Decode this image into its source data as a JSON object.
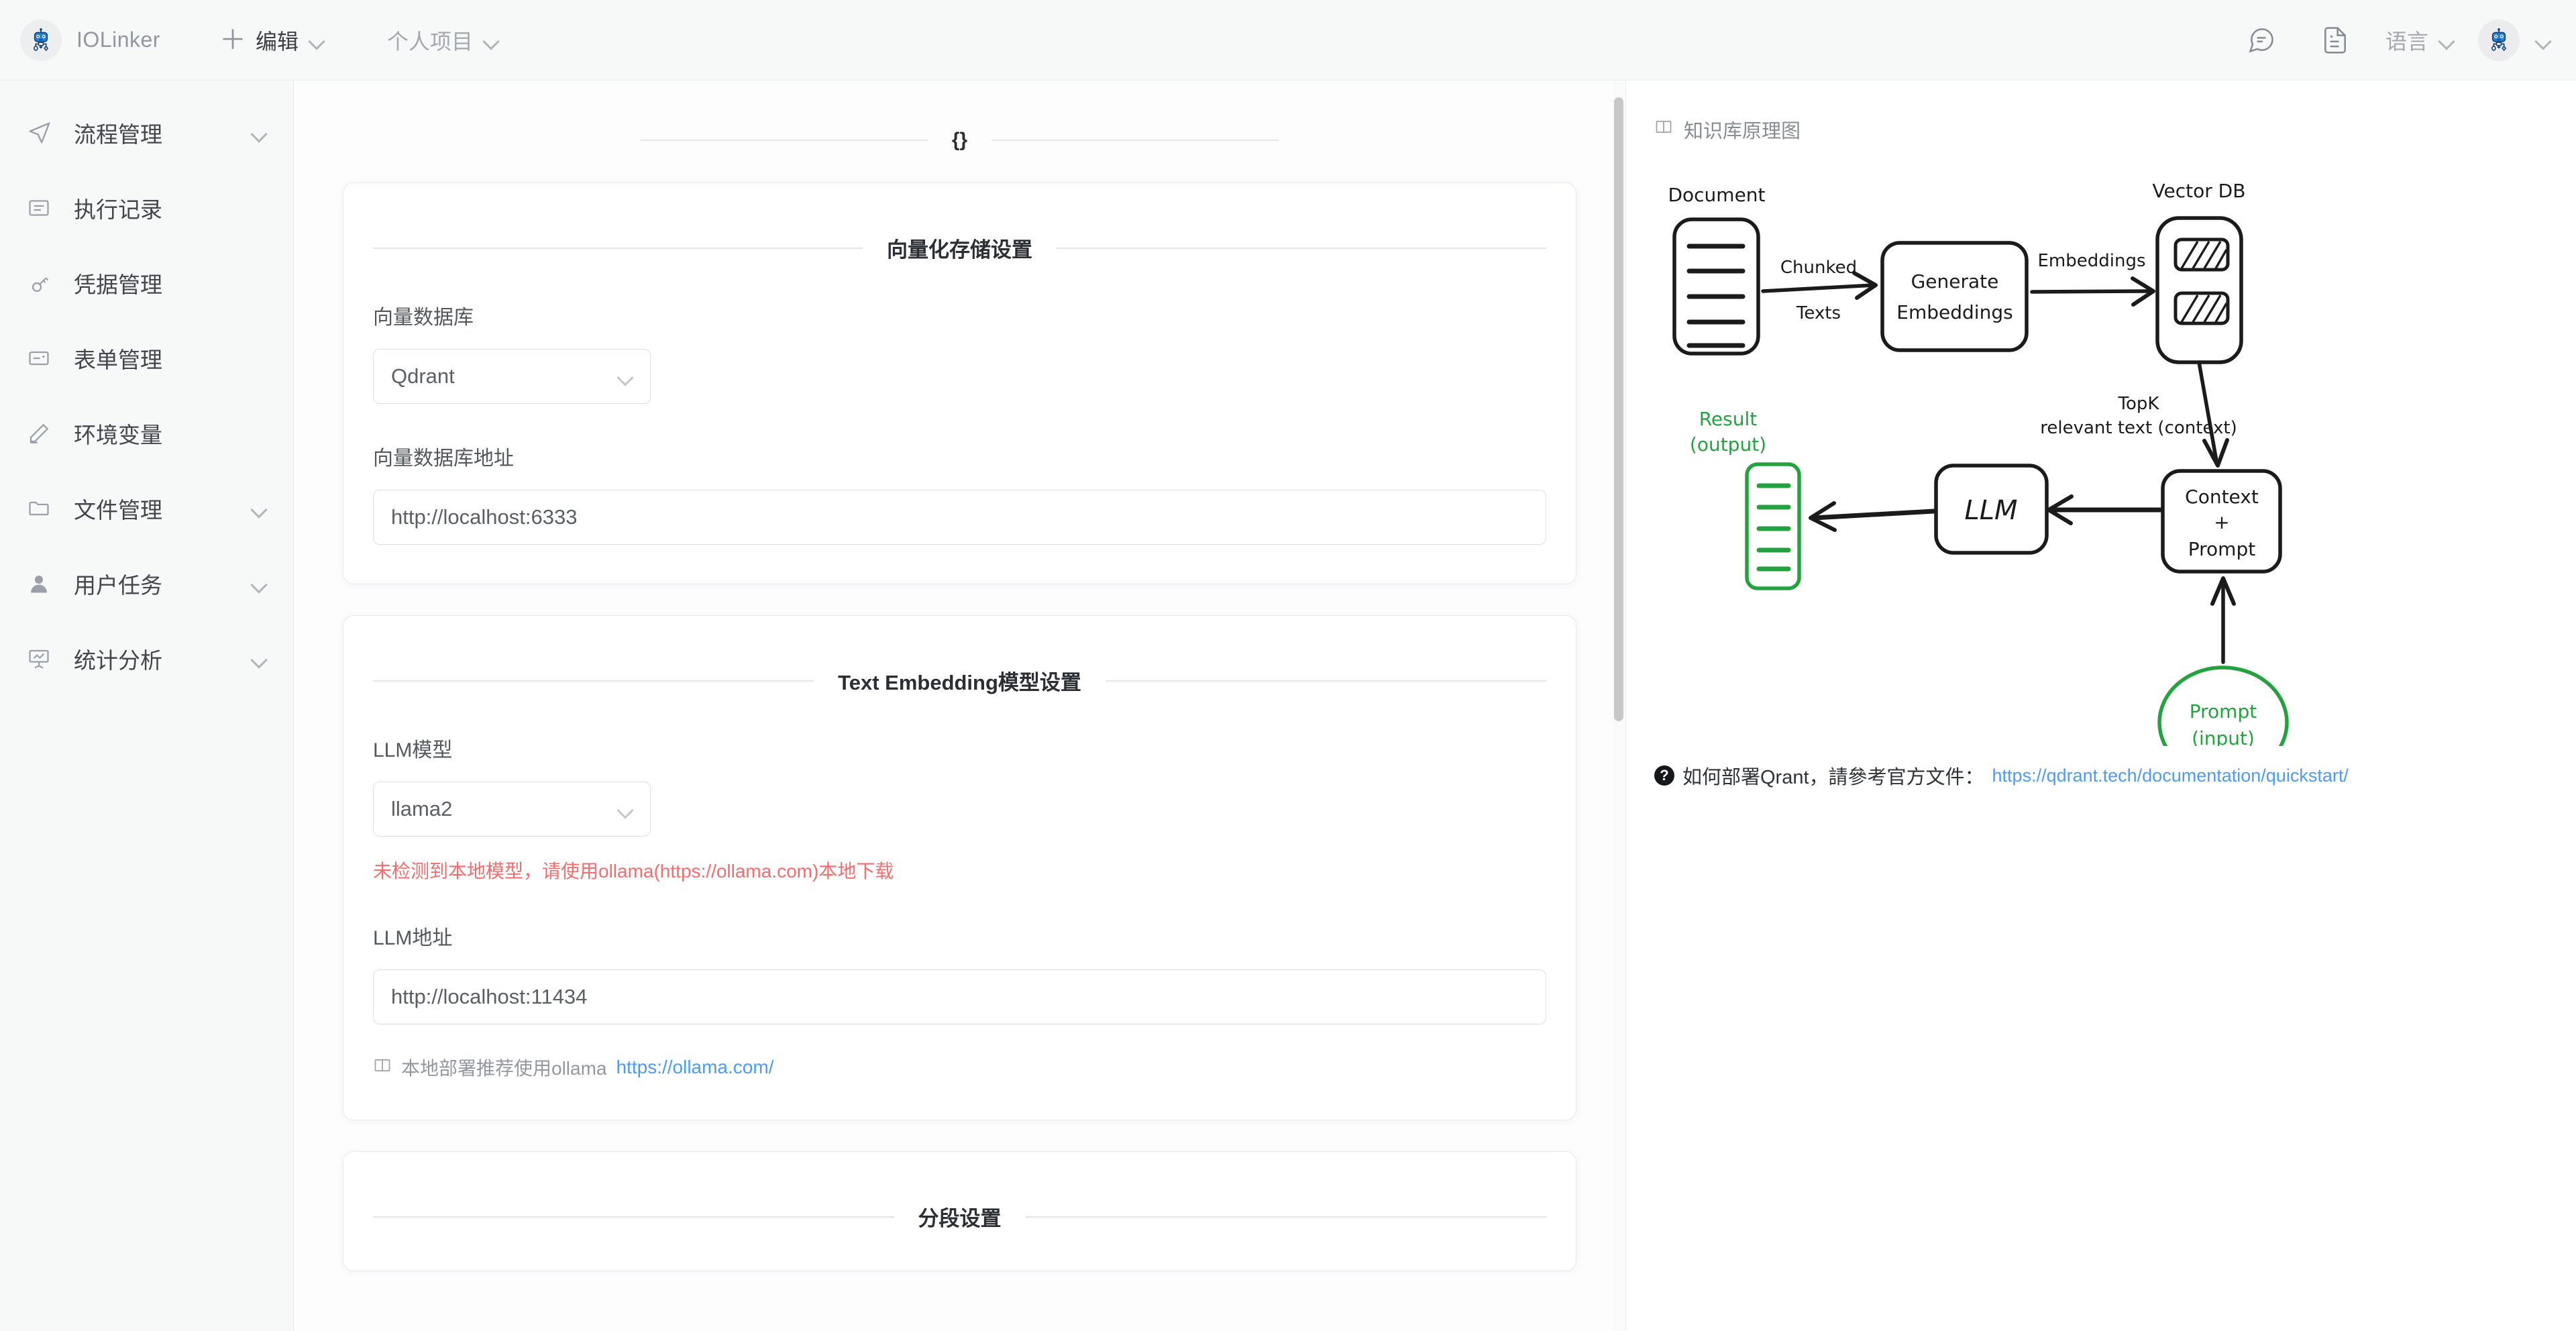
{
  "header": {
    "brand_name": "IOLinker",
    "logo_icon": "robot-icon",
    "edit_label": "编辑",
    "plus_icon": "plus-icon",
    "project_label": "个人项目",
    "chat_icon": "chat-bubble-icon",
    "doc_icon": "document-icon",
    "language_label": "语言",
    "avatar_icon": "robot-avatar-icon",
    "chevron_icon": "chevron-down-icon"
  },
  "sidebar": {
    "items": [
      {
        "label": "流程管理",
        "icon": "send-icon",
        "expandable": true
      },
      {
        "label": "执行记录",
        "icon": "list-card-icon",
        "expandable": false
      },
      {
        "label": "凭据管理",
        "icon": "key-icon",
        "expandable": false
      },
      {
        "label": "表单管理",
        "icon": "form-icon",
        "expandable": false
      },
      {
        "label": "环境变量",
        "icon": "pencil-icon",
        "expandable": false
      },
      {
        "label": "文件管理",
        "icon": "folder-icon",
        "expandable": true
      },
      {
        "label": "用户任务",
        "icon": "user-icon",
        "expandable": true
      },
      {
        "label": "统计分析",
        "icon": "chart-board-icon",
        "expandable": true
      }
    ]
  },
  "main": {
    "page_title": "{}",
    "cards": [
      {
        "section_title": "向量化存储设置",
        "fields": [
          {
            "type": "select",
            "label": "向量数据库",
            "value": "Qdrant"
          },
          {
            "type": "input",
            "label": "向量数据库地址",
            "value": "http://localhost:6333"
          }
        ]
      },
      {
        "section_title": "Text Embedding模型设置",
        "fields": [
          {
            "type": "select",
            "label": "LLM模型",
            "value": "llama2",
            "error": "未检测到本地模型，请使用ollama(https://ollama.com)本地下载"
          },
          {
            "type": "input",
            "label": "LLM地址",
            "value": "http://localhost:11434"
          }
        ],
        "hint": {
          "icon": "book-icon",
          "text": "本地部署推荐使用ollama",
          "link_text": "https://ollama.com/"
        }
      },
      {
        "section_title": "分段设置",
        "fields": []
      }
    ]
  },
  "right_panel": {
    "title": "知识库原理图",
    "title_icon": "book-icon",
    "footer": {
      "icon": "question-mark-icon",
      "text": "如何部署Qrant，請參考官方文件：",
      "link_text": "https://qdrant.tech/documentation/quickstart/"
    },
    "diagram": {
      "nodes": {
        "document": "Document",
        "generate_embeddings_line1": "Generate",
        "generate_embeddings_line2": "Embeddings",
        "vector_db": "Vector DB",
        "context_line1": "Context",
        "context_line2": "+",
        "context_line3": "Prompt",
        "llm": "LLM",
        "result_line1": "Result",
        "result_line2": "(output)",
        "prompt_line1": "Prompt",
        "prompt_line2": "(input)"
      },
      "edges": {
        "chunked_line1": "Chunked",
        "chunked_line2": "Texts",
        "embeddings": "Embeddings",
        "topk_line1": "TopK",
        "topk_line2": "relevant text (context)"
      },
      "colors": {
        "ink": "#1b1b1b",
        "accent_green": "#23a23f"
      }
    }
  },
  "colors": {
    "sidebar_bg": "#f7f8f8",
    "error_red": "#f56c6c",
    "link_blue": "#4d9bf5",
    "brand_blue": "#2482d6"
  }
}
